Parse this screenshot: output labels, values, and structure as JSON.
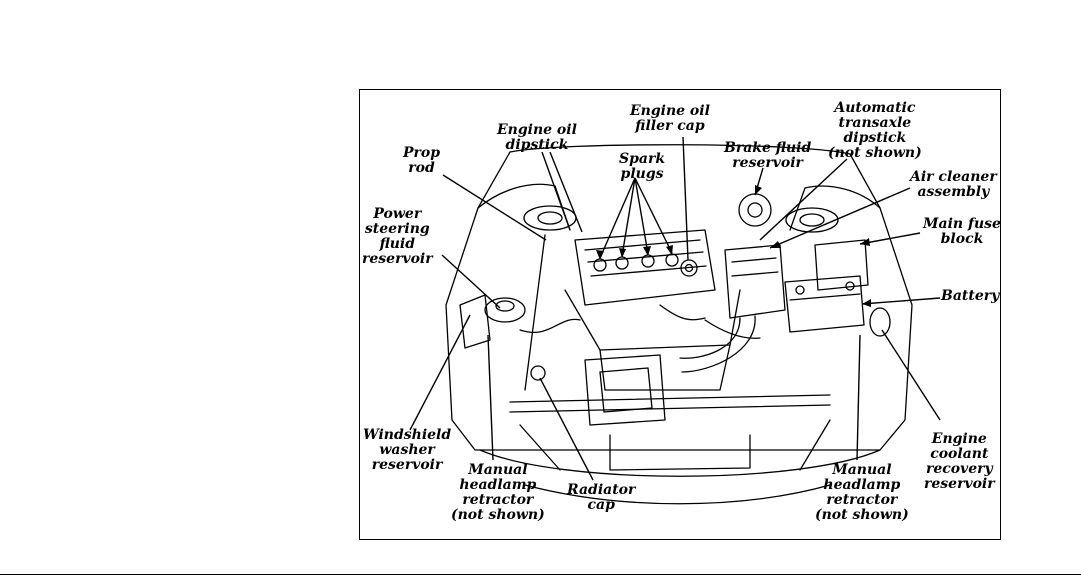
{
  "figure": {
    "labels": {
      "engine_oil_filler_cap": [
        "Engine oil",
        "filler cap"
      ],
      "automatic_transaxle_dipstick": [
        "Automatic",
        "transaxle",
        "dipstick",
        "(not shown)"
      ],
      "engine_oil_dipstick": [
        "Engine oil",
        "dipstick"
      ],
      "spark_plugs": [
        "Spark",
        "plugs"
      ],
      "brake_fluid_reservoir": [
        "Brake fluid",
        "reservoir"
      ],
      "prop_rod": [
        "Prop",
        "rod"
      ],
      "air_cleaner_assembly": [
        "Air cleaner",
        "assembly"
      ],
      "main_fuse_block": [
        "Main fuse",
        "block"
      ],
      "power_steering_fluid_reservoir": [
        "Power",
        "steering",
        "fluid",
        "reservoir"
      ],
      "battery": [
        "Battery"
      ],
      "windshield_washer_reservoir": [
        "Windshield",
        "washer",
        "reservoir"
      ],
      "engine_coolant_recovery_reservoir": [
        "Engine",
        "coolant",
        "recovery",
        "reservoir"
      ],
      "manual_headlamp_retractor_left": [
        "Manual",
        "headlamp",
        "retractor",
        "(not shown)"
      ],
      "radiator_cap": [
        "Radiator",
        "cap"
      ],
      "manual_headlamp_retractor_right": [
        "Manual",
        "headlamp",
        "retractor",
        "(not shown)"
      ]
    }
  }
}
